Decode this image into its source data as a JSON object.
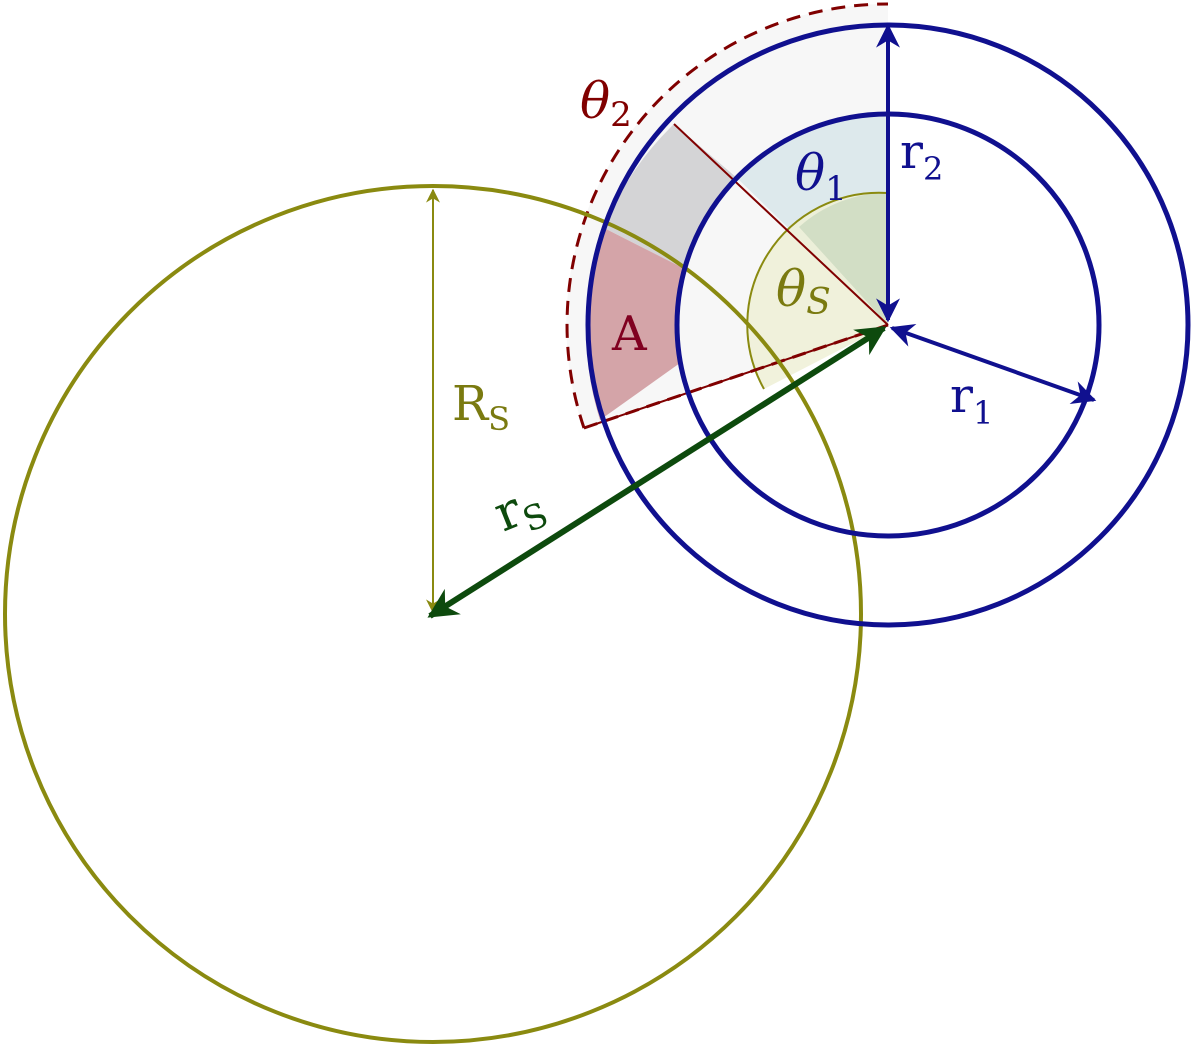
{
  "labels": {
    "theta2": {
      "symbol": "θ",
      "sub": "2"
    },
    "theta1": {
      "symbol": "θ",
      "sub": "1"
    },
    "thetaS": {
      "symbol": "θ",
      "sub": "S"
    },
    "r2": {
      "symbol": "r",
      "sub": "2"
    },
    "r1": {
      "symbol": "r",
      "sub": "1"
    },
    "rS": {
      "symbol": "r",
      "sub": "S"
    },
    "RS": {
      "symbol": "R",
      "sub": "S"
    },
    "A": "A"
  },
  "colors": {
    "olive": "#8a8a10",
    "olive_text": "#7a7a10",
    "navy": "#10108f",
    "darkred": "#800000",
    "darkgreen": "#0d4a0d",
    "region_A": "#d4a4a8",
    "region_gray": "#d4d4d6",
    "region_teal": "#dde9ec",
    "region_sector": "#eef0d6",
    "region_green": "#cfdcc2",
    "region_light": "#f7f7f7"
  }
}
